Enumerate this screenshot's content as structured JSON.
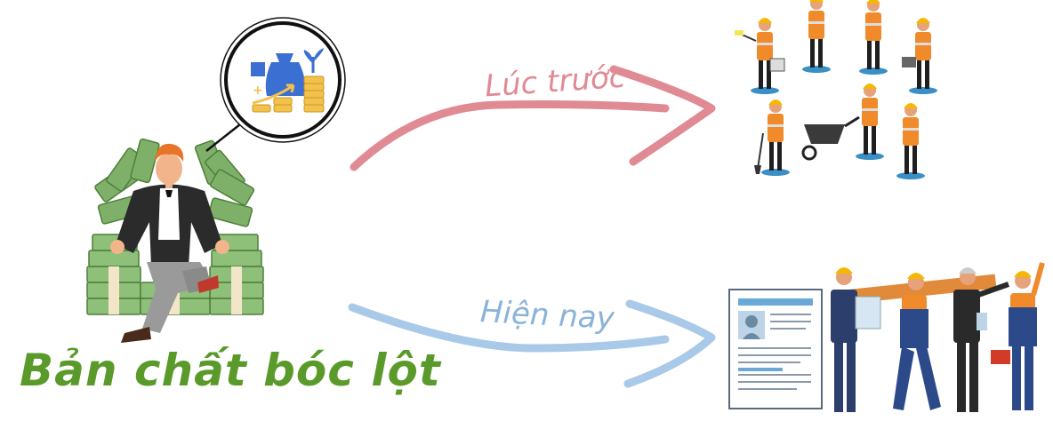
{
  "caption": "Bản chất bóc lột",
  "arrow_before_label": "Lúc trước",
  "arrow_now_label": "Hiện nay",
  "colors": {
    "caption_green": "#5a9a2a",
    "arrow_before": "#e08a94",
    "arrow_now": "#a9c9e8",
    "money_green": "#7fb069",
    "worker_orange": "#f08a2a",
    "helmet_yellow": "#f5b800",
    "suit_navy": "#2c3e6b"
  },
  "icons": [
    "capitalist-on-money-icon",
    "investment-growth-icon",
    "manual-workers-icon",
    "modern-workers-resume-icon"
  ]
}
